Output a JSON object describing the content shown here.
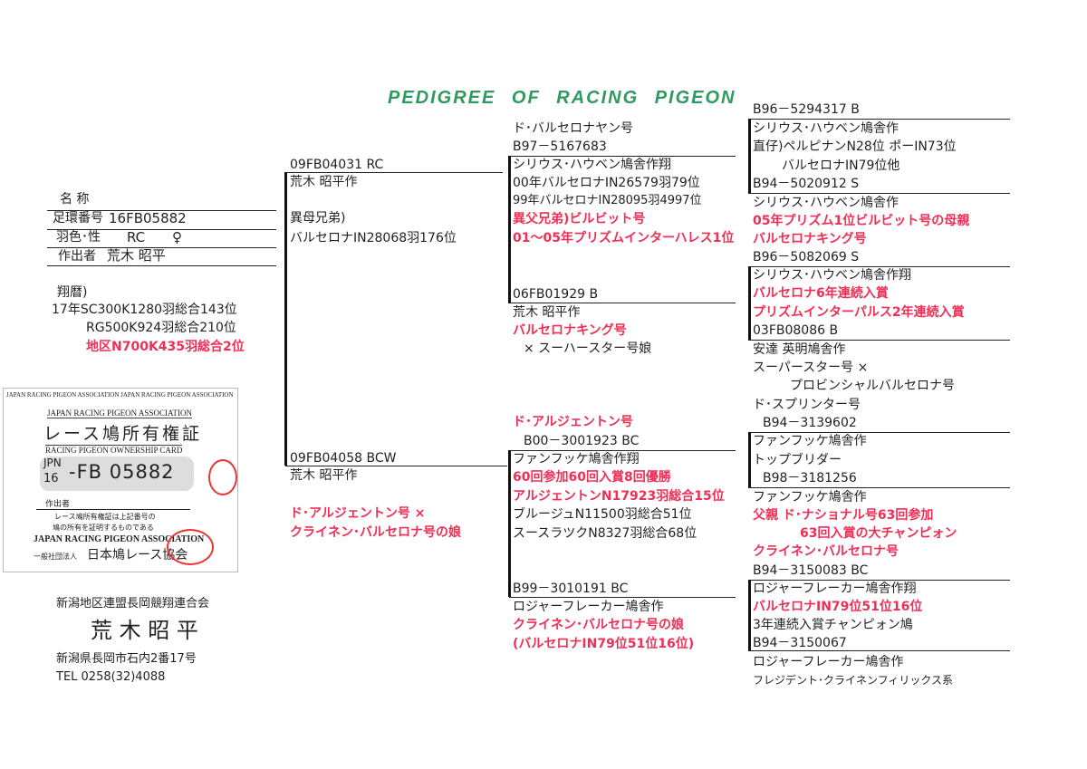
{
  "title": "PEDIGREE OF RACING PIGEON",
  "info": {
    "name_label": "名 称",
    "ring_label": "足環番号",
    "ring_value": "16FB05882",
    "color_sex_label": "羽色･性",
    "color_value": "RC",
    "sex_value": "♀",
    "breeder_label": "作出者",
    "breeder_value": "荒木 昭平",
    "record_label": "翔暦)",
    "records": [
      "17年SC300K1280羽総合143位",
      "RG500K924羽総合210位",
      "地区N700K435羽総合2位"
    ]
  },
  "card": {
    "border_text": "JAPAN RACING PIGEON ASSOCIATION JAPAN RACING PIGEON ASSOCIATION",
    "assoc_en": "JAPAN RACING PIGEON ASSOCIATION",
    "title_jp": "レース鳩所有権証",
    "title_en": "RACING PIGEON OWNERSHIP CARD",
    "jpn": "JPN",
    "year": "16",
    "number": "-FB 05882",
    "breeder_label": "作出者",
    "note1": "レース鳩所有権証は上記番号の",
    "note2": "鳩の所有を証明するものである",
    "assoc_en2": "JAPAN RACING PIGEON ASSOCIATION",
    "assoc_jp_prefix": "一般社団法人",
    "assoc_jp": "日本鳩レース協会",
    "seal": "日本鳩レース協会"
  },
  "owner": {
    "club": "新潟地区連盟長岡競翔連合会",
    "name": "荒 木 昭 平",
    "address": "新潟県長岡市石内2番17号",
    "tel": "TEL 0258(32)4088"
  },
  "sire": {
    "ring": "09FB04031 RC",
    "lines": [
      "荒木 昭平作",
      "異母兄弟)",
      "バルセロナIN28068羽176位"
    ]
  },
  "dam": {
    "ring": "09FB04058 BCW",
    "lines": [
      "荒木 昭平作"
    ],
    "red": [
      "ド･アルジェントン号 ×",
      "クライネン･バルセロナ号の娘"
    ]
  },
  "ss": {
    "pre": [
      "ド･バルセロナヤン号",
      "B97－5167683"
    ],
    "lines": [
      "シリウス･ハウベン鳩舎作翔",
      "00年バルセロナIN26579羽79位",
      "99年バルセロナIN28095羽4997位"
    ],
    "red": [
      "異父兄弟)ビルビット号",
      "01～05年プリズムインターハレス1位"
    ]
  },
  "sd": {
    "ring": "06FB01929 B",
    "line": "荒木 昭平作",
    "red": "バルセロナキング号",
    "post": "× スーハースター号娘"
  },
  "ds": {
    "pre_red": "ド･アルジェントン号",
    "pre": "B00－3001923 BC",
    "lines_top": [
      "ファンフッケ鳩舎作翔"
    ],
    "red": [
      "60回参加60回入賞8回優勝",
      "アルジェントンN17923羽総合15位"
    ],
    "lines": [
      "ブルージュN11500羽総合51位",
      "スースラツクN8327羽総合68位"
    ]
  },
  "dd": {
    "ring": "B99－3010191 BC",
    "line": "ロジャーフレーカー鳩舎作",
    "red": [
      "クライネン･バルセロナ号の娘",
      "(バルセロナIN79位51位16位)"
    ]
  },
  "g3": {
    "sss_ring": "B96－5294317 B",
    "sss": [
      "シリウス･ハウベン鳩舎作",
      "直仔)ペルピナンN28位 ポーIN73位",
      "バルセロナIN79位他"
    ],
    "ssd_ring": "B94－5020912 S",
    "ssd_line": "シリウス･ハウベン鳩舎作",
    "ssd_red": [
      "05年プリズム1位ビルビット号の母親",
      "バルセロナキング号"
    ],
    "sds_ring": "B96－5082069 S",
    "sds_line": "シリウス･ハウベン鳩舎作翔",
    "sds_red": [
      "バルセロナ6年連続入賞",
      "プリズムインターパルス2年連続入賞"
    ],
    "sdd_ring": "03FB08086 B",
    "sdd": [
      "安達 英明鳩舎作",
      "スーパースター号 ×",
      "プロビンシャルバルセロナ号",
      "ド･スプリンター号"
    ],
    "dss_ring": "B94－3139602",
    "dss": [
      "ファンフッケ鳩舎作",
      "トップブリダー"
    ],
    "dsd_ring": "B98－3181256",
    "dsd_line": "ファンフッケ鳩舎作",
    "dsd_red": [
      "父親 ド･ナショナル号63回参加",
      "63回入賞の大チャンピォン",
      "クライネン･バルセロナ号"
    ],
    "dds_ring": "B94－3150083 BC",
    "dds_line": "ロジャーフレーカー鳩舎作翔",
    "dds_red": "バルセロナIN79位51位16位",
    "dds_line2": "3年連続入賞チャンピォン鳩",
    "ddd_ring": "B94－3150067",
    "ddd": [
      "ロジャーフレーカー鳩舎作",
      "フレジデント･クライネンフィリックス系"
    ]
  }
}
